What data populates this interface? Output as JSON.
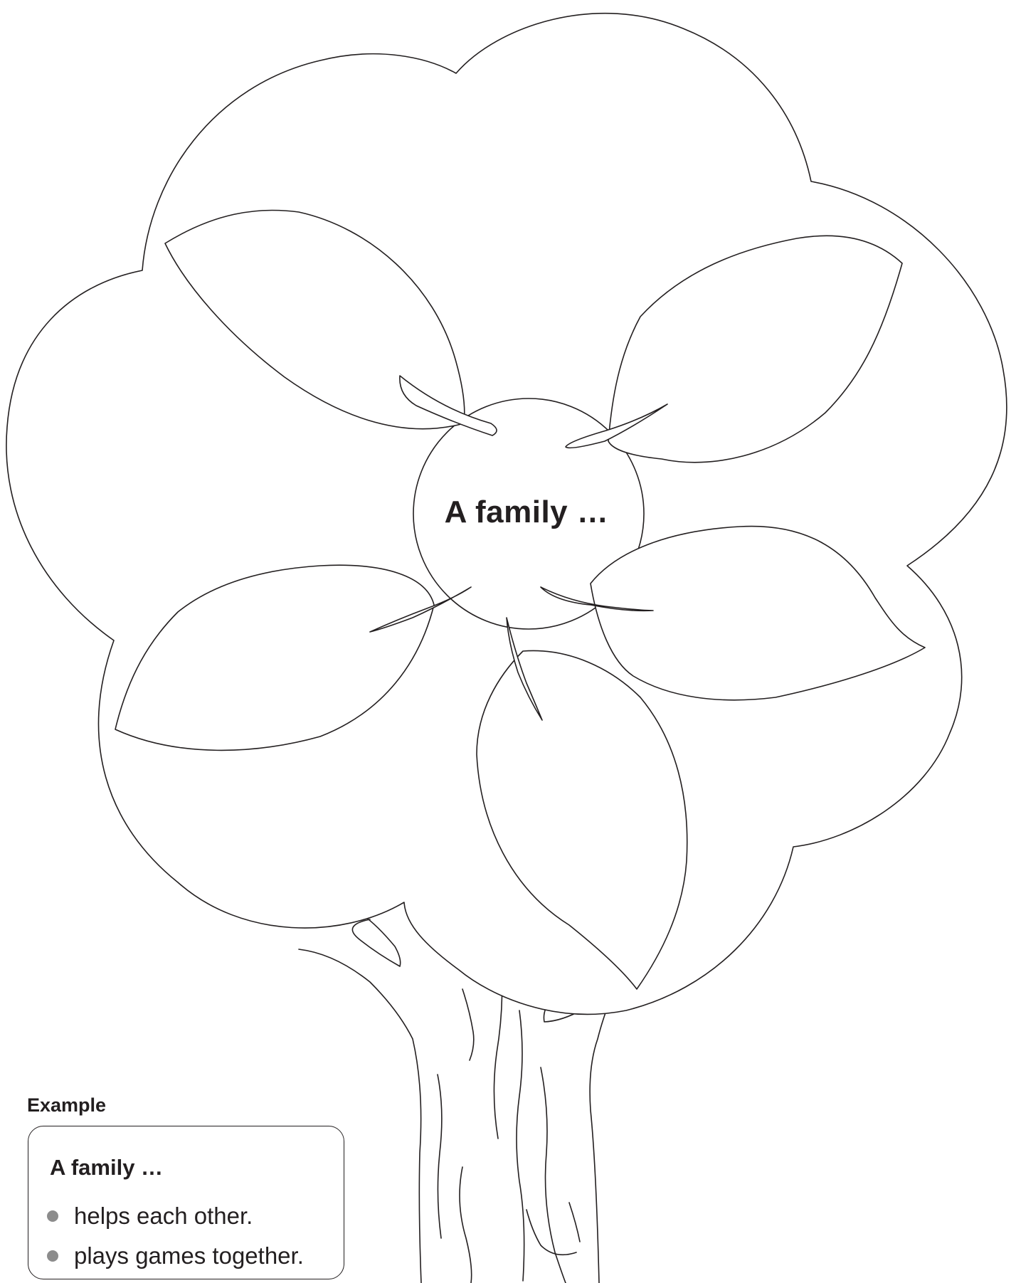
{
  "diagram": {
    "center_label": "A family …",
    "leaf_count": 5
  },
  "example": {
    "heading": "Example",
    "title": "A family …",
    "items": [
      "helps each other.",
      "plays games together."
    ],
    "bullet_color": "#8c8c8c"
  },
  "colors": {
    "line": "#231f20",
    "background": "#ffffff"
  }
}
